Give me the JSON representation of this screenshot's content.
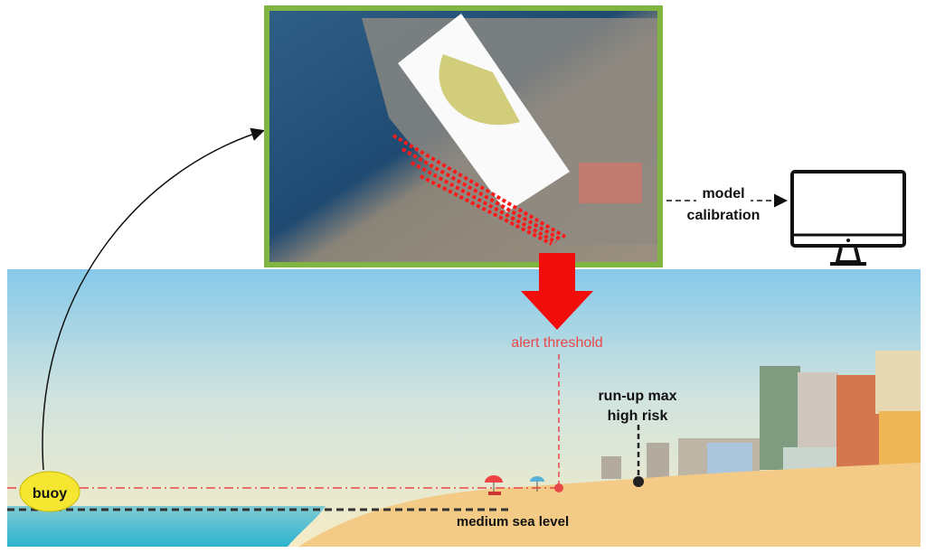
{
  "labels": {
    "buoy": "buoy",
    "medium_sea_level": "medium sea level",
    "alert_threshold": "alert threshold",
    "run_up_line1": "run-up max",
    "run_up_line2": "high risk",
    "model_line1": "model",
    "model_line2": "calibration"
  },
  "colors": {
    "frame_border": "#7fb540",
    "alert_red": "#e8474a",
    "arrow_red": "#f20d0d",
    "sea": "#3bb8cf",
    "sand": "#f3cb86"
  }
}
